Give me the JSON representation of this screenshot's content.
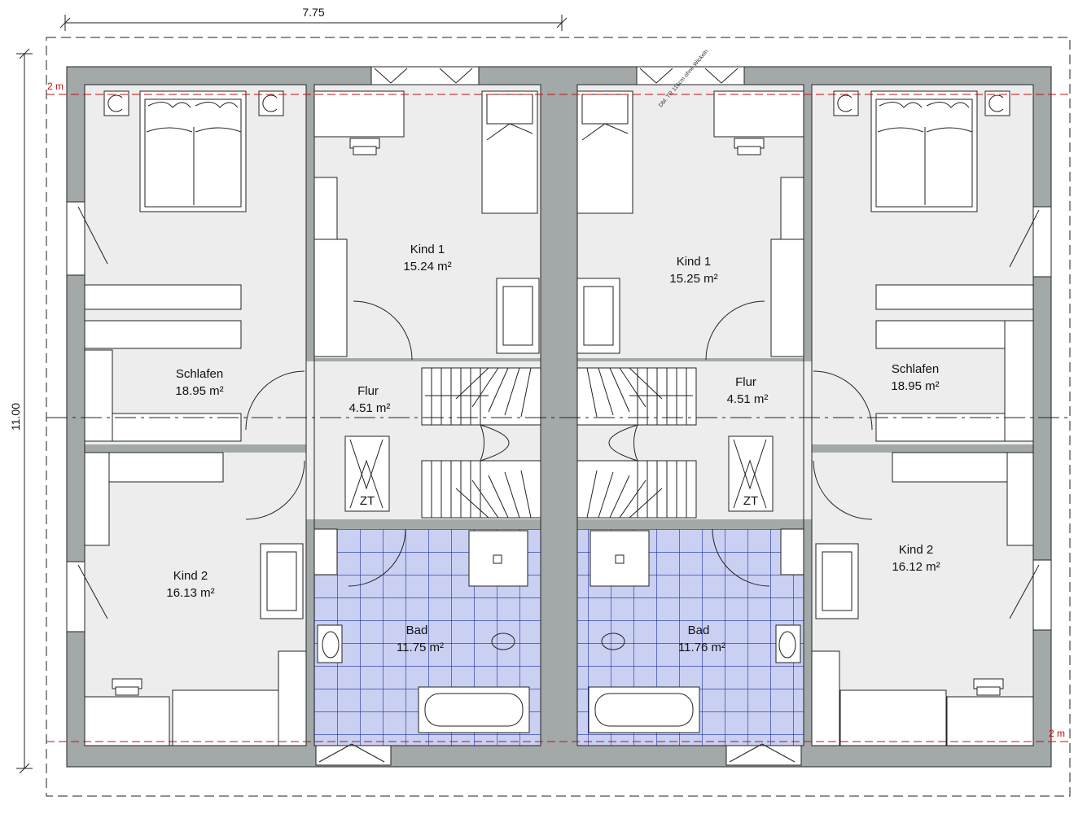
{
  "dimensions": {
    "width_label": "7.75",
    "height_label": "11.00"
  },
  "marks": {
    "top_left": "2 m",
    "bottom_right": "2 m"
  },
  "annotation": "Dbl. TR 116cm ohne Wickeln",
  "rooms": [
    {
      "id": "kind1-left",
      "name": "Kind 1",
      "area": "15.24 m²"
    },
    {
      "id": "kind1-right",
      "name": "Kind 1",
      "area": "15.25 m²"
    },
    {
      "id": "schlafen-left",
      "name": "Schlafen",
      "area": "18.95 m²"
    },
    {
      "id": "schlafen-right",
      "name": "Schlafen",
      "area": "18.95 m²"
    },
    {
      "id": "flur-left",
      "name": "Flur",
      "area": "4.51 m²"
    },
    {
      "id": "flur-right",
      "name": "Flur",
      "area": "4.51 m²"
    },
    {
      "id": "kind2-left",
      "name": "Kind 2",
      "area": "16.13 m²"
    },
    {
      "id": "kind2-right",
      "name": "Kind 2",
      "area": "16.12 m²"
    },
    {
      "id": "bad-left",
      "name": "Bad",
      "area": "11.75 m²"
    },
    {
      "id": "bad-right",
      "name": "Bad",
      "area": "11.76 m²"
    }
  ],
  "symbols": {
    "attic_hatch": "ZT"
  },
  "colors": {
    "wall": "#a3a9a9",
    "floor": "#ededed",
    "bath_tile": "#c9d0f2",
    "tile_grid": "#1c2c9c",
    "axis_red": "#c01010"
  }
}
